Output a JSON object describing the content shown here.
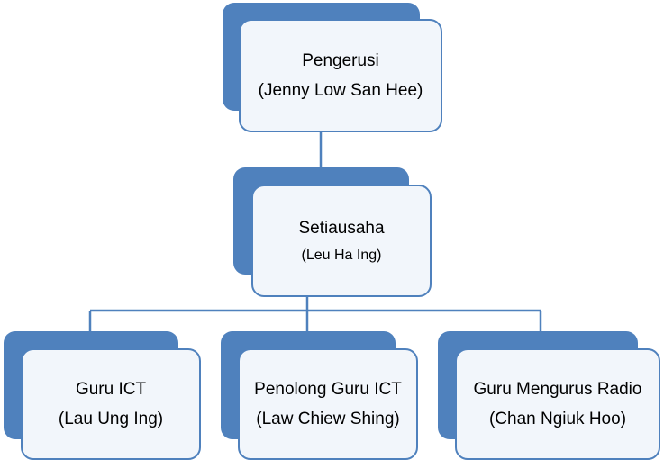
{
  "colors": {
    "accent": "#4F81BD",
    "inner_fill": "#F2F6FB",
    "inner_stroke": "#4F81BD",
    "connector": "#4F81BD"
  },
  "nodes": {
    "chairman": {
      "title": "Pengerusi",
      "name": "(Jenny Low San Hee)"
    },
    "secretary": {
      "title": "Setiausaha",
      "name": "(Leu Ha Ing)"
    },
    "ict_teacher": {
      "title": "Guru ICT",
      "name": "(Lau Ung Ing)"
    },
    "assistant_ict_teacher": {
      "title": "Penolong Guru ICT",
      "name": "(Law Chiew Shing)"
    },
    "radio_teacher": {
      "title": "Guru Mengurus Radio",
      "name": "(Chan Ngiuk Hoo)"
    }
  }
}
